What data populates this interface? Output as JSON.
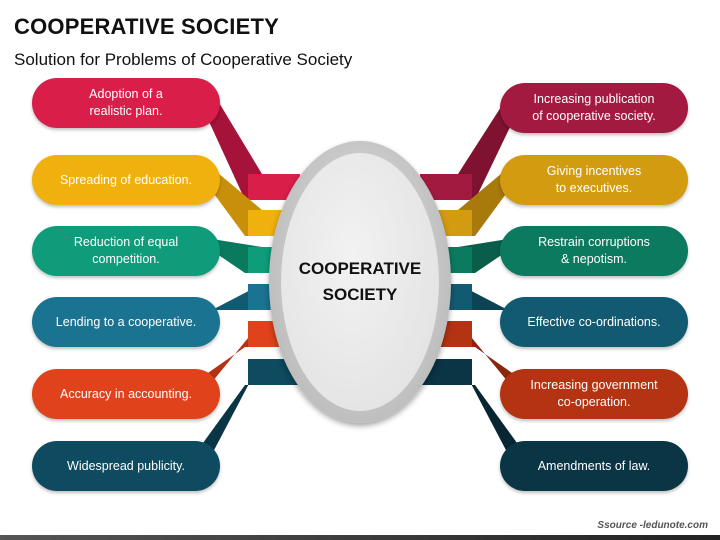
{
  "title": "COOPERATIVE SOCIETY",
  "subtitle": "Solution for Problems of Cooperative Society",
  "hub": {
    "label": "COOPERATIVE\nSOCIETY"
  },
  "left_items": [
    {
      "label": "Adoption of a\nrealistic plan.",
      "color": "#D91E4A",
      "dark": "#A5123A"
    },
    {
      "label": "Spreading of education.",
      "color": "#F0B10E",
      "dark": "#C8900A"
    },
    {
      "label": "Reduction of equal\ncompetition.",
      "color": "#0E9C7A",
      "dark": "#0A7A5F"
    },
    {
      "label": "Lending to a cooperative.",
      "color": "#1A7391",
      "dark": "#125A72"
    },
    {
      "label": "Accuracy in accounting.",
      "color": "#E0421C",
      "dark": "#B33313"
    },
    {
      "label": "Widespread publicity.",
      "color": "#0E4A60",
      "dark": "#0A3545"
    }
  ],
  "right_items": [
    {
      "label": "Increasing publication\nof cooperative society.",
      "color": "#A31A40",
      "dark": "#7E1230"
    },
    {
      "label": "Giving incentives\nto executives.",
      "color": "#D39B10",
      "dark": "#A8790B"
    },
    {
      "label": "Restrain corruptions\n& nepotism.",
      "color": "#0B7A5F",
      "dark": "#085E49"
    },
    {
      "label": "Effective co-ordinations.",
      "color": "#125A72",
      "dark": "#0C4355"
    },
    {
      "label": "Increasing government\nco-operation.",
      "color": "#B33313",
      "dark": "#8A260D"
    },
    {
      "label": "Amendments of law.",
      "color": "#0A3545",
      "dark": "#072632"
    }
  ],
  "source": "Ssource -ledunote.com"
}
